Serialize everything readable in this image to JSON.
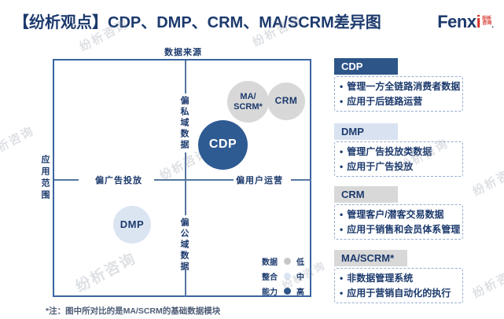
{
  "title": "【纷析观点】CDP、DMP、CRM、MA/SCRM差异图",
  "logo": {
    "main": "Fenx",
    "accent": "i",
    "sub_top": "纷析",
    "sub_bottom": "咨询",
    "period": "."
  },
  "colors": {
    "navy_text": "#1c3a6d",
    "dark_blue_fill": "#2f5b93",
    "light_blue_fill": "#dbe5f2",
    "gray_fill": "#d8d8d8",
    "accent_red": "#d7352c",
    "box_border_blue": "#3a64a0"
  },
  "chart": {
    "top_axis_label": "数据来源",
    "left_axis_label": "应用范围",
    "vertical_upper_label": "偏私域数据",
    "vertical_lower_label": "偏公域数据",
    "horizontal_left_label": "偏广告投放",
    "horizontal_right_label": "偏用户运营",
    "bubbles": {
      "ma_scrm": {
        "line1": "MA/",
        "line2": "SCRM*",
        "fill": "#d8d8d8",
        "position": "upper-right",
        "integration_level": "低"
      },
      "crm": {
        "label": "CRM",
        "fill": "#d8d8d8",
        "position": "upper-right",
        "integration_level": "低"
      },
      "cdp": {
        "label": "CDP",
        "fill": "#2f5b93",
        "position": "upper-right",
        "integration_level": "高"
      },
      "dmp": {
        "label": "DMP",
        "fill": "#dbe5f2",
        "position": "lower-left",
        "integration_level": "中"
      }
    },
    "legend": {
      "rows": [
        {
          "label": "数据",
          "level": "低",
          "dot_color": "#c7c7c7"
        },
        {
          "label": "整合",
          "level": "中",
          "dot_color": "#dbe5f2"
        },
        {
          "label": "能力",
          "level": "高",
          "dot_color": "#2d5588"
        }
      ]
    }
  },
  "panels": [
    {
      "name": "CDP",
      "bullets": [
        "管理一方全链路消费者数据",
        "应用于后链路运营"
      ]
    },
    {
      "name": "DMP",
      "bullets": [
        "管理广告投放类数据",
        "应用于广告投放"
      ]
    },
    {
      "name": "CRM",
      "bullets": [
        "管理客户/潜客交易数据",
        "应用于销售和会员体系管理"
      ]
    },
    {
      "name": "MA/SCRM*",
      "bullets": [
        "非数据管理系统",
        "应用于营销自动化的执行"
      ]
    }
  ],
  "bullet_char": "•",
  "footnote": "*注：图中所对比的是MA/SCRM的基础数据模块",
  "watermark": "纷析咨询"
}
